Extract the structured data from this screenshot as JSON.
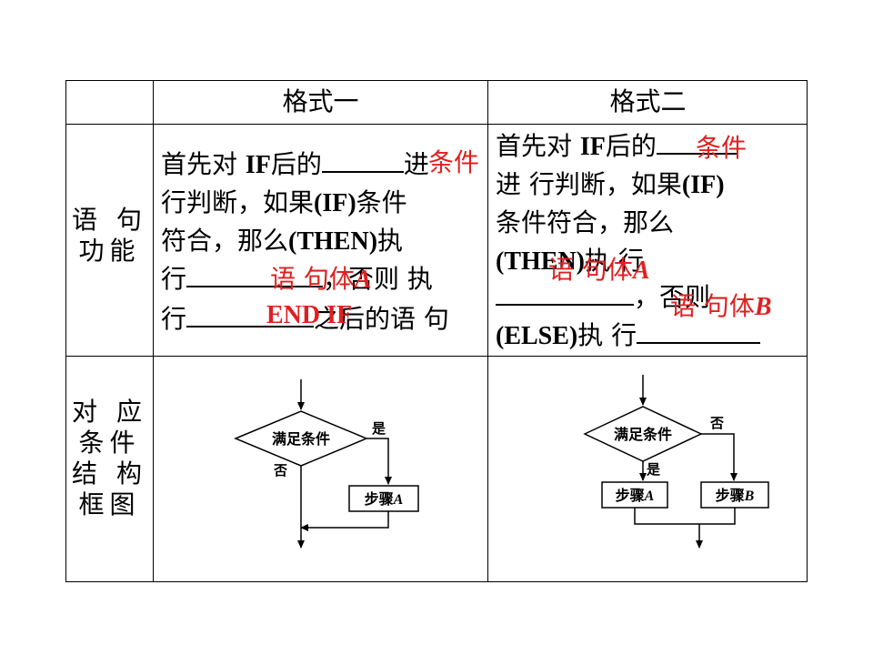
{
  "table": {
    "headers": [
      "",
      "格式一",
      "格式二"
    ],
    "row1": {
      "label_lines": [
        "语 句",
        "功能"
      ],
      "format1": {
        "lines": [
          {
            "pre": "首先对 ",
            "bold": "IF",
            "post": "后的",
            "after": "进"
          },
          {
            "pre": "行判断，如果",
            "bold": "(IF)",
            "post": "条件"
          },
          {
            "pre": "符合，那么",
            "bold": "(THEN)",
            "post": "执"
          },
          {
            "pre": "行",
            "post": "，否则 执"
          },
          {
            "pre": "行",
            "post": "之后的语 句"
          }
        ],
        "answers": {
          "a1": "条件",
          "a2_prefix": "语 句体",
          "a2_var": "A",
          "a3": "END  IF"
        }
      },
      "format2": {
        "lines": [
          {
            "pre": "首先对 ",
            "bold": "IF",
            "post": "后的"
          },
          {
            "pre": "进 行判断，如果",
            "bold": "(IF)"
          },
          {
            "pre": "条件符合，那么"
          },
          {
            "bold": "(THEN)",
            "post": "执 行"
          },
          {
            "post": "，否则"
          },
          {
            "bold": "(ELSE)",
            "post": "执 行"
          }
        ],
        "answers": {
          "a1": "条件",
          "a2_prefix": "语 句体",
          "a2_var": "A",
          "a3_prefix": "语 句体",
          "a3_var": "B"
        }
      }
    },
    "row2": {
      "label_lines": [
        "对 应",
        "条件",
        "结 构",
        "框图"
      ],
      "flow1": {
        "decision": "满足条件",
        "yes": "是",
        "no": "否",
        "step_prefix": "步骤",
        "step_var": "A"
      },
      "flow2": {
        "decision": "满足条件",
        "yes": "是",
        "no": "否",
        "stepA_prefix": "步骤",
        "stepA_var": "A",
        "stepB_prefix": "步骤",
        "stepB_var": "B"
      }
    }
  }
}
